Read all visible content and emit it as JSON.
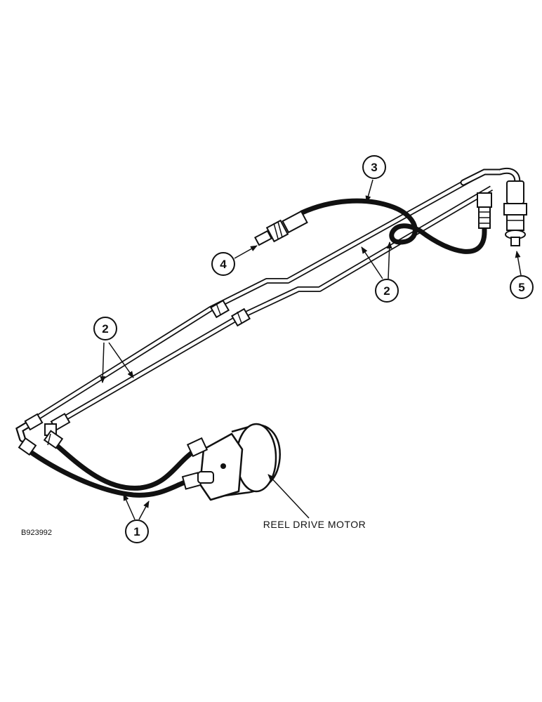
{
  "diagram": {
    "figure_id": "B923992",
    "component_label": "REEL DRIVE MOTOR",
    "callouts": [
      {
        "id": "c1",
        "text": "1"
      },
      {
        "id": "c2a",
        "text": "2"
      },
      {
        "id": "c2b",
        "text": "2"
      },
      {
        "id": "c3",
        "text": "3"
      },
      {
        "id": "c4",
        "text": "4"
      },
      {
        "id": "c5",
        "text": "5"
      }
    ],
    "colors": {
      "ink": "#111111",
      "background": "#ffffff"
    }
  }
}
